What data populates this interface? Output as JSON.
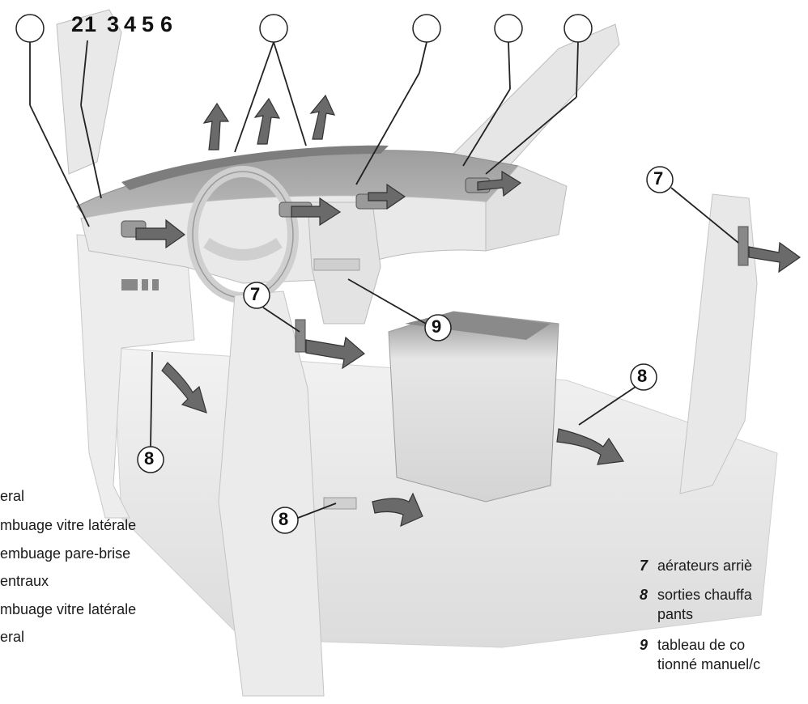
{
  "top_numbers": [
    "2",
    "1",
    "3",
    "4",
    "5",
    "6"
  ],
  "callouts": {
    "seven": "7",
    "eight": "8",
    "nine": "9"
  },
  "legend_left": [
    "eral",
    "mbuage vitre latérale",
    "embuage pare-brise",
    "entraux",
    "mbuage vitre latérale",
    "eral"
  ],
  "legend_right": {
    "items": [
      {
        "num": "7",
        "text": "aérateurs  arriè"
      },
      {
        "num": "8",
        "text": "sorties  chauffa",
        "text2": "pants"
      },
      {
        "num": "9",
        "text": "tableau  de  co",
        "text2": "tionné manuel/c"
      }
    ]
  },
  "colors": {
    "arrow_fill": "#6a6a6a",
    "car_body": "#ececec",
    "dashboard_top": "#a8a8a8",
    "outline": "#3a3a3a"
  }
}
